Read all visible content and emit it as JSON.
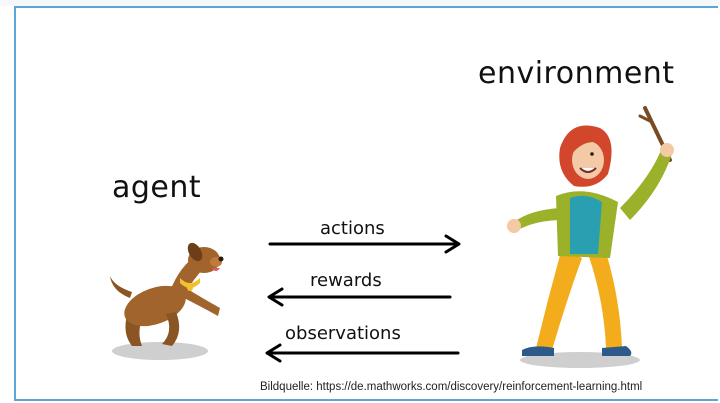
{
  "environment_label": "environment",
  "agent_label": "agent",
  "arrows": {
    "actions": "actions",
    "rewards": "rewards",
    "observations": "observations"
  },
  "source": "Bildquelle: https://de.mathworks.com/discovery/reinforcement-learning.html",
  "colors": {
    "border": "#5aa6d6",
    "dog": "#a0642c",
    "collar": "#f2c12e",
    "hair": "#d2472b",
    "jacket": "#9cb12a",
    "shirt": "#2a9fb1",
    "pants": "#f3ad1c",
    "shoes": "#2e5a8a"
  }
}
